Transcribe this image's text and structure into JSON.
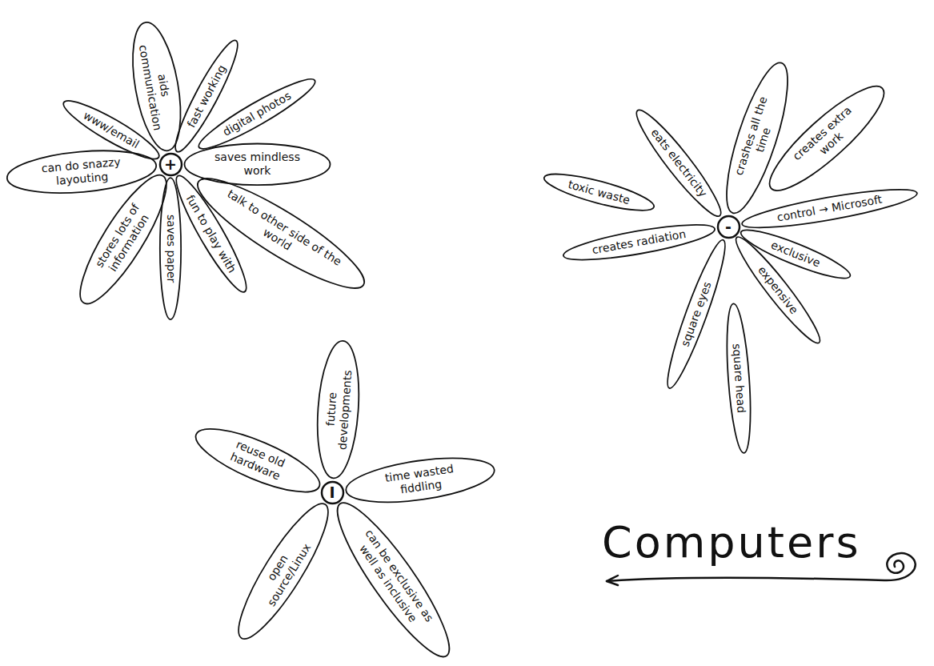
{
  "diagram": {
    "title": "Computers",
    "nodes": [
      {
        "text": [
          "+"
        ]
      },
      {
        "text": [
          "aids communication"
        ]
      },
      {
        "text": [
          "fast working"
        ]
      },
      {
        "text": [
          "digital photos"
        ]
      },
      {
        "text": [
          "saves mindless work"
        ]
      },
      {
        "text": [
          "talk to other side of the world"
        ]
      },
      {
        "text": [
          "fun to play with"
        ]
      },
      {
        "text": [
          "saves paper"
        ]
      },
      {
        "text": [
          "stores lots of information"
        ]
      },
      {
        "text": [
          "can do snazzy layouting"
        ]
      },
      {
        "text": [
          "www/email"
        ]
      },
      {
        "text": [
          "-"
        ]
      },
      {
        "text": [
          "toxic waste"
        ]
      },
      {
        "text": [
          "eats electricity"
        ]
      },
      {
        "text": [
          "crashes all the time"
        ]
      },
      {
        "text": [
          "creates extra work"
        ]
      },
      {
        "text": [
          "control → Microsoft"
        ]
      },
      {
        "text": [
          "exclusive"
        ]
      },
      {
        "text": [
          "expensive"
        ]
      },
      {
        "text": [
          "square head"
        ]
      },
      {
        "text": [
          "square eyes"
        ]
      },
      {
        "text": [
          "creates radiation"
        ]
      },
      {
        "text": [
          "I"
        ]
      },
      {
        "text": [
          "reuse old hardware"
        ]
      },
      {
        "text": [
          "future developments"
        ]
      },
      {
        "text": [
          "time wasted fiddling"
        ]
      },
      {
        "text": [
          "can be exclusive as well as inclusive"
        ]
      },
      {
        "text": [
          "open source/Linux"
        ]
      }
    ]
  }
}
